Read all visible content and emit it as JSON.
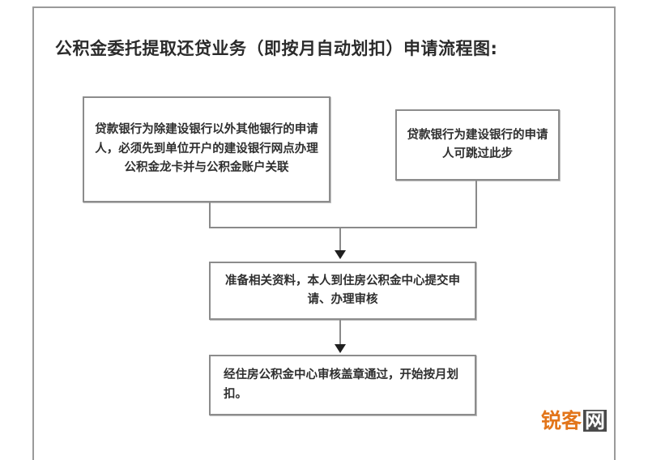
{
  "document": {
    "title": "公积金委托提取还贷业务（即按月自动划扣）申请流程图:"
  },
  "flowchart": {
    "type": "flowchart",
    "orientation": "top-to-bottom",
    "nodes": [
      {
        "id": "box-bank-other",
        "text": "贷款银行为除建设银行以外其他银行的申请人，必须先到单位开户的建设银行网点办理公积金龙卡并与公积金账户关联",
        "align": "center"
      },
      {
        "id": "box-bank-ccb",
        "text": "贷款银行为建设银行的申请人可跳过此步",
        "align": "center"
      },
      {
        "id": "box-submit",
        "text": "准备相关资料，本人到住房公积金中心提交申请、办理审核",
        "align": "center"
      },
      {
        "id": "box-approved",
        "text": "经住房公积金中心审核盖章通过，开始按月划扣。",
        "align": "left"
      }
    ],
    "edges": [
      {
        "from": "box-bank-other",
        "to": "box-submit",
        "style": "merge-arrow"
      },
      {
        "from": "box-bank-ccb",
        "to": "box-submit",
        "style": "merge-arrow"
      },
      {
        "from": "box-submit",
        "to": "box-approved",
        "style": "arrow"
      }
    ]
  },
  "watermark": {
    "main": "锐客",
    "boxed": "网"
  },
  "colors": {
    "frame_border": "#9a9a9a",
    "box_border": "#8c8c8c",
    "connector": "#8a8a8a",
    "arrow": "#1f1f1f",
    "text": "#2f2f2f",
    "title_text": "#2b2b2b",
    "watermark_main": "#e2751a",
    "watermark_box_bg": "#4a4a4a",
    "page_background": "#ffffff"
  }
}
